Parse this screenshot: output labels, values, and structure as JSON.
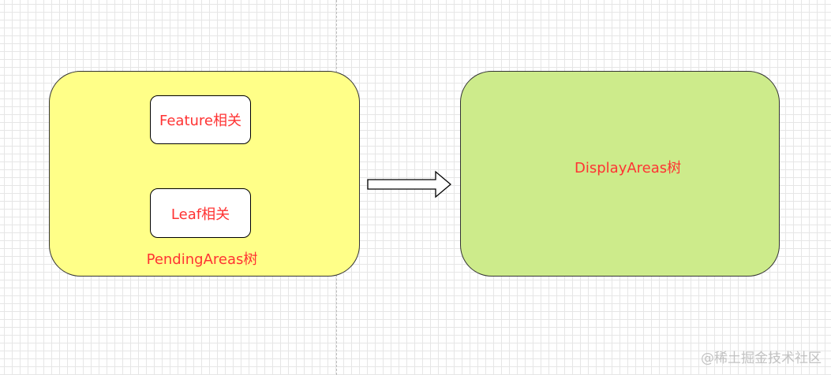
{
  "colors": {
    "pending_fill": "#ffff88",
    "display_fill": "#cdeb8b",
    "text_red": "#ff3333",
    "watermark": "#b9b9b9"
  },
  "pending": {
    "label": "PendingAreas树",
    "children": [
      "Feature相关",
      "Leaf相关"
    ]
  },
  "display": {
    "label": "DisplayAreas树"
  },
  "connector": {
    "icon": "right-arrow-icon"
  },
  "watermark": "@稀土掘金技术社区"
}
